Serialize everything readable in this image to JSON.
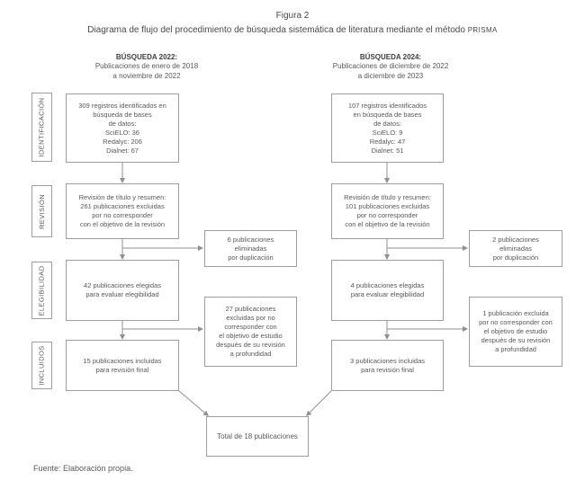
{
  "figure": {
    "title": "Figura 2",
    "subtitle": "Diagrama de flujo del procedimiento de búsqueda sistemática de literatura mediante el método",
    "subtitle_method": "PRISMA",
    "source": "Fuente: Elaboración propia."
  },
  "stages": [
    {
      "label": "IDENTIFICACIÓN"
    },
    {
      "label": "REVISIÓN"
    },
    {
      "label": "ELEGIBILIDAD"
    },
    {
      "label": "INCLUIDOS"
    }
  ],
  "columns": [
    {
      "header": {
        "title": "BÚSQUEDA 2022:",
        "period": "Publicaciones de enero de 2018\na noviembre de 2022"
      },
      "identification": "309 registros identificados en\nbúsqueda de bases\nde datos:\nSciELO: 36\nRedalyc: 206\nDialnet: 67",
      "review": "Revisión de título y resumen:\n261 publicaciones excluidas\npor no corresponder\ncon el objetivo de la revisión",
      "eligibility": "42 publicaciones elegidas\npara evaluar elegibilidad",
      "included": "15 publicaciones incluidas\npara revisión final",
      "duplicates_excluded": "6 publicaciones\neliminadas\npor duplicación",
      "fulltext_excluded": "27 publicaciones\nexcluidas por no\ncorresponder con\nel objetivo de estudio\ndespués de su revisión\na profundidad"
    },
    {
      "header": {
        "title": "BÚSQUEDA 2024:",
        "period": "Publicaciones de diciembre de 2022\na diciembre de 2023"
      },
      "identification": "107 registros identificados\nen búsqueda de bases\nde datos:\nSciELO: 9\nRedalyc: 47\nDialnet: 51",
      "review": "Revisión de título y resumen:\n101 publicaciones excluidas\npor no corresponder\ncon el objetivo de la revisión",
      "eligibility": "4 publicaciones elegidas\npara evaluar elegibilidad",
      "included": "3 publicaciones incluidas\npara revisión final",
      "duplicates_excluded": "2 publicaciones\neliminadas\npor duplicación",
      "fulltext_excluded": "1 publicación excluida\npor no corresponder con\nel objetivo de estudio\ndespués de su revisión\na profundidad"
    }
  ],
  "total": "Total de 18 publicaciones",
  "colors": {
    "border": "#9e9e9e",
    "text": "#595959",
    "arrow": "#8f8f8f"
  }
}
